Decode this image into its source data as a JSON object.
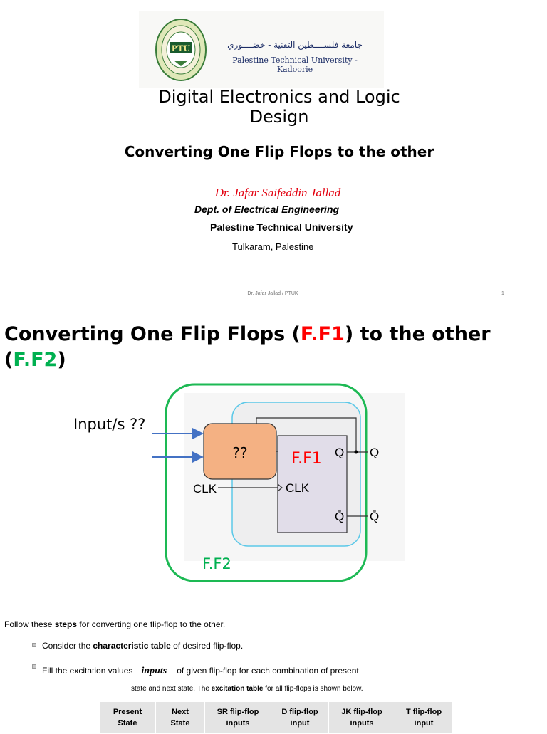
{
  "slide1": {
    "logo": {
      "seal_text": "PTU",
      "arabic_name": "جامعة فلســــطين التقنية - خضــــوري",
      "english_name": "Palestine Technical University - Kadoorie"
    },
    "title": "Digital Electronics and Logic Design",
    "subtitle": "Converting One Flip Flops to the other",
    "author": "Dr. Jafar Saifeddin Jallad",
    "department": "Dept. of Electrical Engineering",
    "university": "Palestine Technical University",
    "location": "Tulkaram, Palestine",
    "footer": "Dr. Jafar Jallad / PTUK",
    "page_number": "1"
  },
  "slide2": {
    "title": {
      "part1": "Converting One Flip Flops (",
      "ff1": "F.F1",
      "part2": ") to the other (",
      "ff2": "F.F2",
      "part3": ")"
    },
    "diagram": {
      "inputs_label": "Input/s ??",
      "logic_box_label": "??",
      "ff1_label": "F.F1",
      "ff2_label": "F.F2",
      "clk_label": "CLK",
      "clk_pin_label": "CLK",
      "q_pin_label": "Q",
      "q_out_label": "Q",
      "qbar_pin_label": "Q̄",
      "qbar_out_label": "Q̄",
      "colors": {
        "ff2_border": "#1db954",
        "ff1_border": "#5bc8e8",
        "logic_fill": "#f4b183",
        "ff1_text": "#ff0000",
        "ff2_text": "#00b050",
        "arrow": "#4472c4"
      }
    },
    "steps_intro": {
      "prefix": "Follow these ",
      "bold": "steps",
      "suffix": " for converting one flip-flop to the other."
    },
    "step1": {
      "prefix": "Consider the ",
      "bold": "characteristic table",
      "suffix": " of desired flip-flop."
    },
    "step2": {
      "prefix": "Fill the excitation values",
      "math": "inputs",
      "suffix": "of given flip-flop for each combination of present",
      "continuation_prefix": "state and next state. The ",
      "continuation_bold": "excitation table",
      "continuation_suffix": " for all flip-flops is shown below."
    },
    "table": {
      "headers": [
        {
          "line1": "Present",
          "line2": "State"
        },
        {
          "line1": "Next",
          "line2": "State"
        },
        {
          "line1": "SR flip-flop",
          "line2": "inputs"
        },
        {
          "line1": "D flip-flop",
          "line2": "input"
        },
        {
          "line1": "JK flip-flop",
          "line2": "inputs"
        },
        {
          "line1": "T flip-flop",
          "line2": "input"
        }
      ]
    }
  }
}
